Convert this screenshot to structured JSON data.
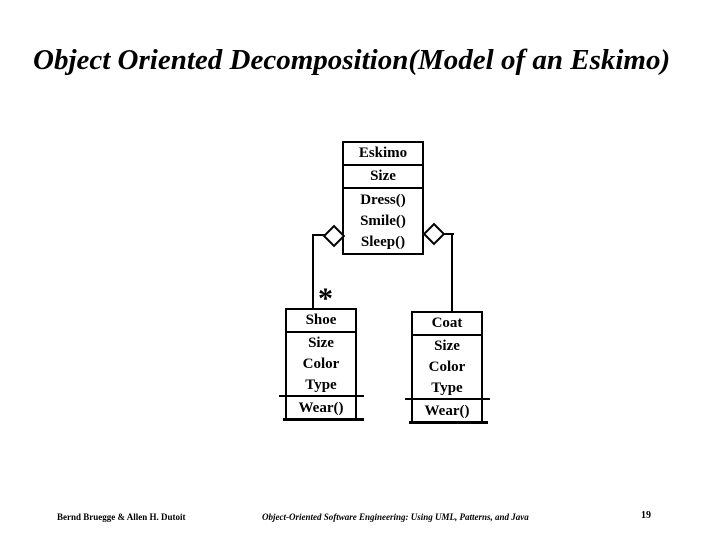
{
  "slide": {
    "title": "Object Oriented Decomposition(Model of an Eskimo)",
    "footer": {
      "authors": "Bernd Bruegge & Allen H. Dutoit",
      "book_title": "Object-Oriented Software Engineering: Using UML, Patterns, and Java",
      "page_number": "19"
    },
    "colors": {
      "ink": "#000000",
      "background": "#ffffff"
    }
  },
  "diagram": {
    "type": "uml-class-diagram",
    "classes": [
      {
        "name": "Eskimo",
        "attributes": [
          "Size"
        ],
        "methods": [
          "Dress()",
          "Smile()",
          "Sleep()"
        ]
      },
      {
        "name": "Shoe",
        "attributes": [
          "Size",
          "Color",
          "Type"
        ],
        "methods": [
          "Wear()"
        ]
      },
      {
        "name": "Coat",
        "attributes": [
          "Size",
          "Color",
          "Type"
        ],
        "methods": [
          "Wear()"
        ]
      }
    ],
    "relations": [
      {
        "from": "Eskimo",
        "to": "Shoe",
        "type": "aggregation",
        "multiplicity": "*"
      },
      {
        "from": "Eskimo",
        "to": "Coat",
        "type": "aggregation",
        "multiplicity": ""
      }
    ]
  }
}
